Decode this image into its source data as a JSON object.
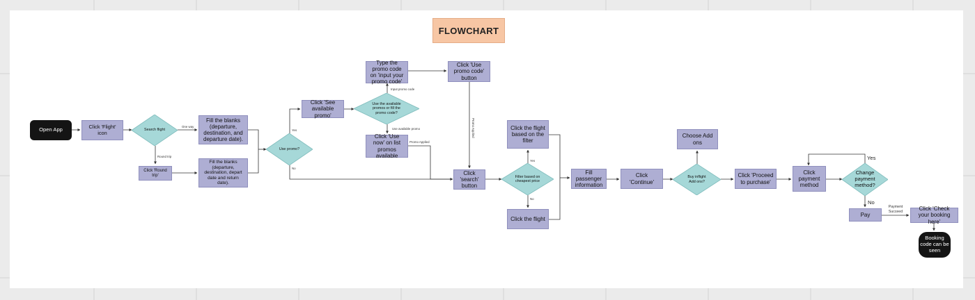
{
  "title": "FLOWCHART",
  "nodes": {
    "open_app": "Open App",
    "click_flight_icon": "Click 'Flight' icon",
    "search_flight": "Search flight",
    "fill_one_way": "Fill the blanks (departure, destination, and departure date).",
    "click_round_trip": "Click 'Round trip'",
    "fill_round_trip": "Fill the blanks (departure, destination, depart date and return date).",
    "use_promo": "Use promo?",
    "see_promo": "Click 'See available promo'",
    "use_available_promos": "Use the available promos or fill the promo code?",
    "type_promo_code": "Type the promo code on 'input your promo code'",
    "use_now": "Click 'Use now' on list promos available",
    "use_promo_code_button": "Click 'Use promo code' button",
    "click_search": "Click 'search' button",
    "filter_cheapest": "Filter based on cheapest price",
    "click_flight_filter": "Click the flight based on the filter",
    "click_the_flight": "Click the flight",
    "fill_passenger": "Fill passenger information",
    "click_continue": "Click 'Continue'",
    "buy_addons": "Buy inflight Add ons?",
    "choose_addons": "Choose Add ons",
    "proceed_purchase": "Click 'Proceed to purchase'",
    "payment_method": "Click payment method",
    "change_payment": "Change payment method?",
    "pay": "Pay",
    "check_booking": "Click 'Check your booking here'",
    "booking_code": "Booking code can be seen"
  },
  "edges": {
    "one_way": "One way",
    "round_trip": "Round trip",
    "promo_yes": "Yes",
    "promo_no": "No",
    "input_promo_code": "Input promo code",
    "use_available_promo": "Use available promo",
    "promo_applied_a": "Promo Applied",
    "promo_applied_b": "Promo Applied",
    "filter_yes": "Yes",
    "filter_no": "No",
    "pay_yes": "Yes",
    "pay_no": "No",
    "payment_succeed": "Payment Succeed"
  },
  "colors": {
    "process": "#aeaed3",
    "decision": "#a6d8d8",
    "terminal": "#141414",
    "title": "#f7c6a4",
    "board": "#ffffff",
    "canvas": "#ebebeb",
    "line": "#333333"
  }
}
